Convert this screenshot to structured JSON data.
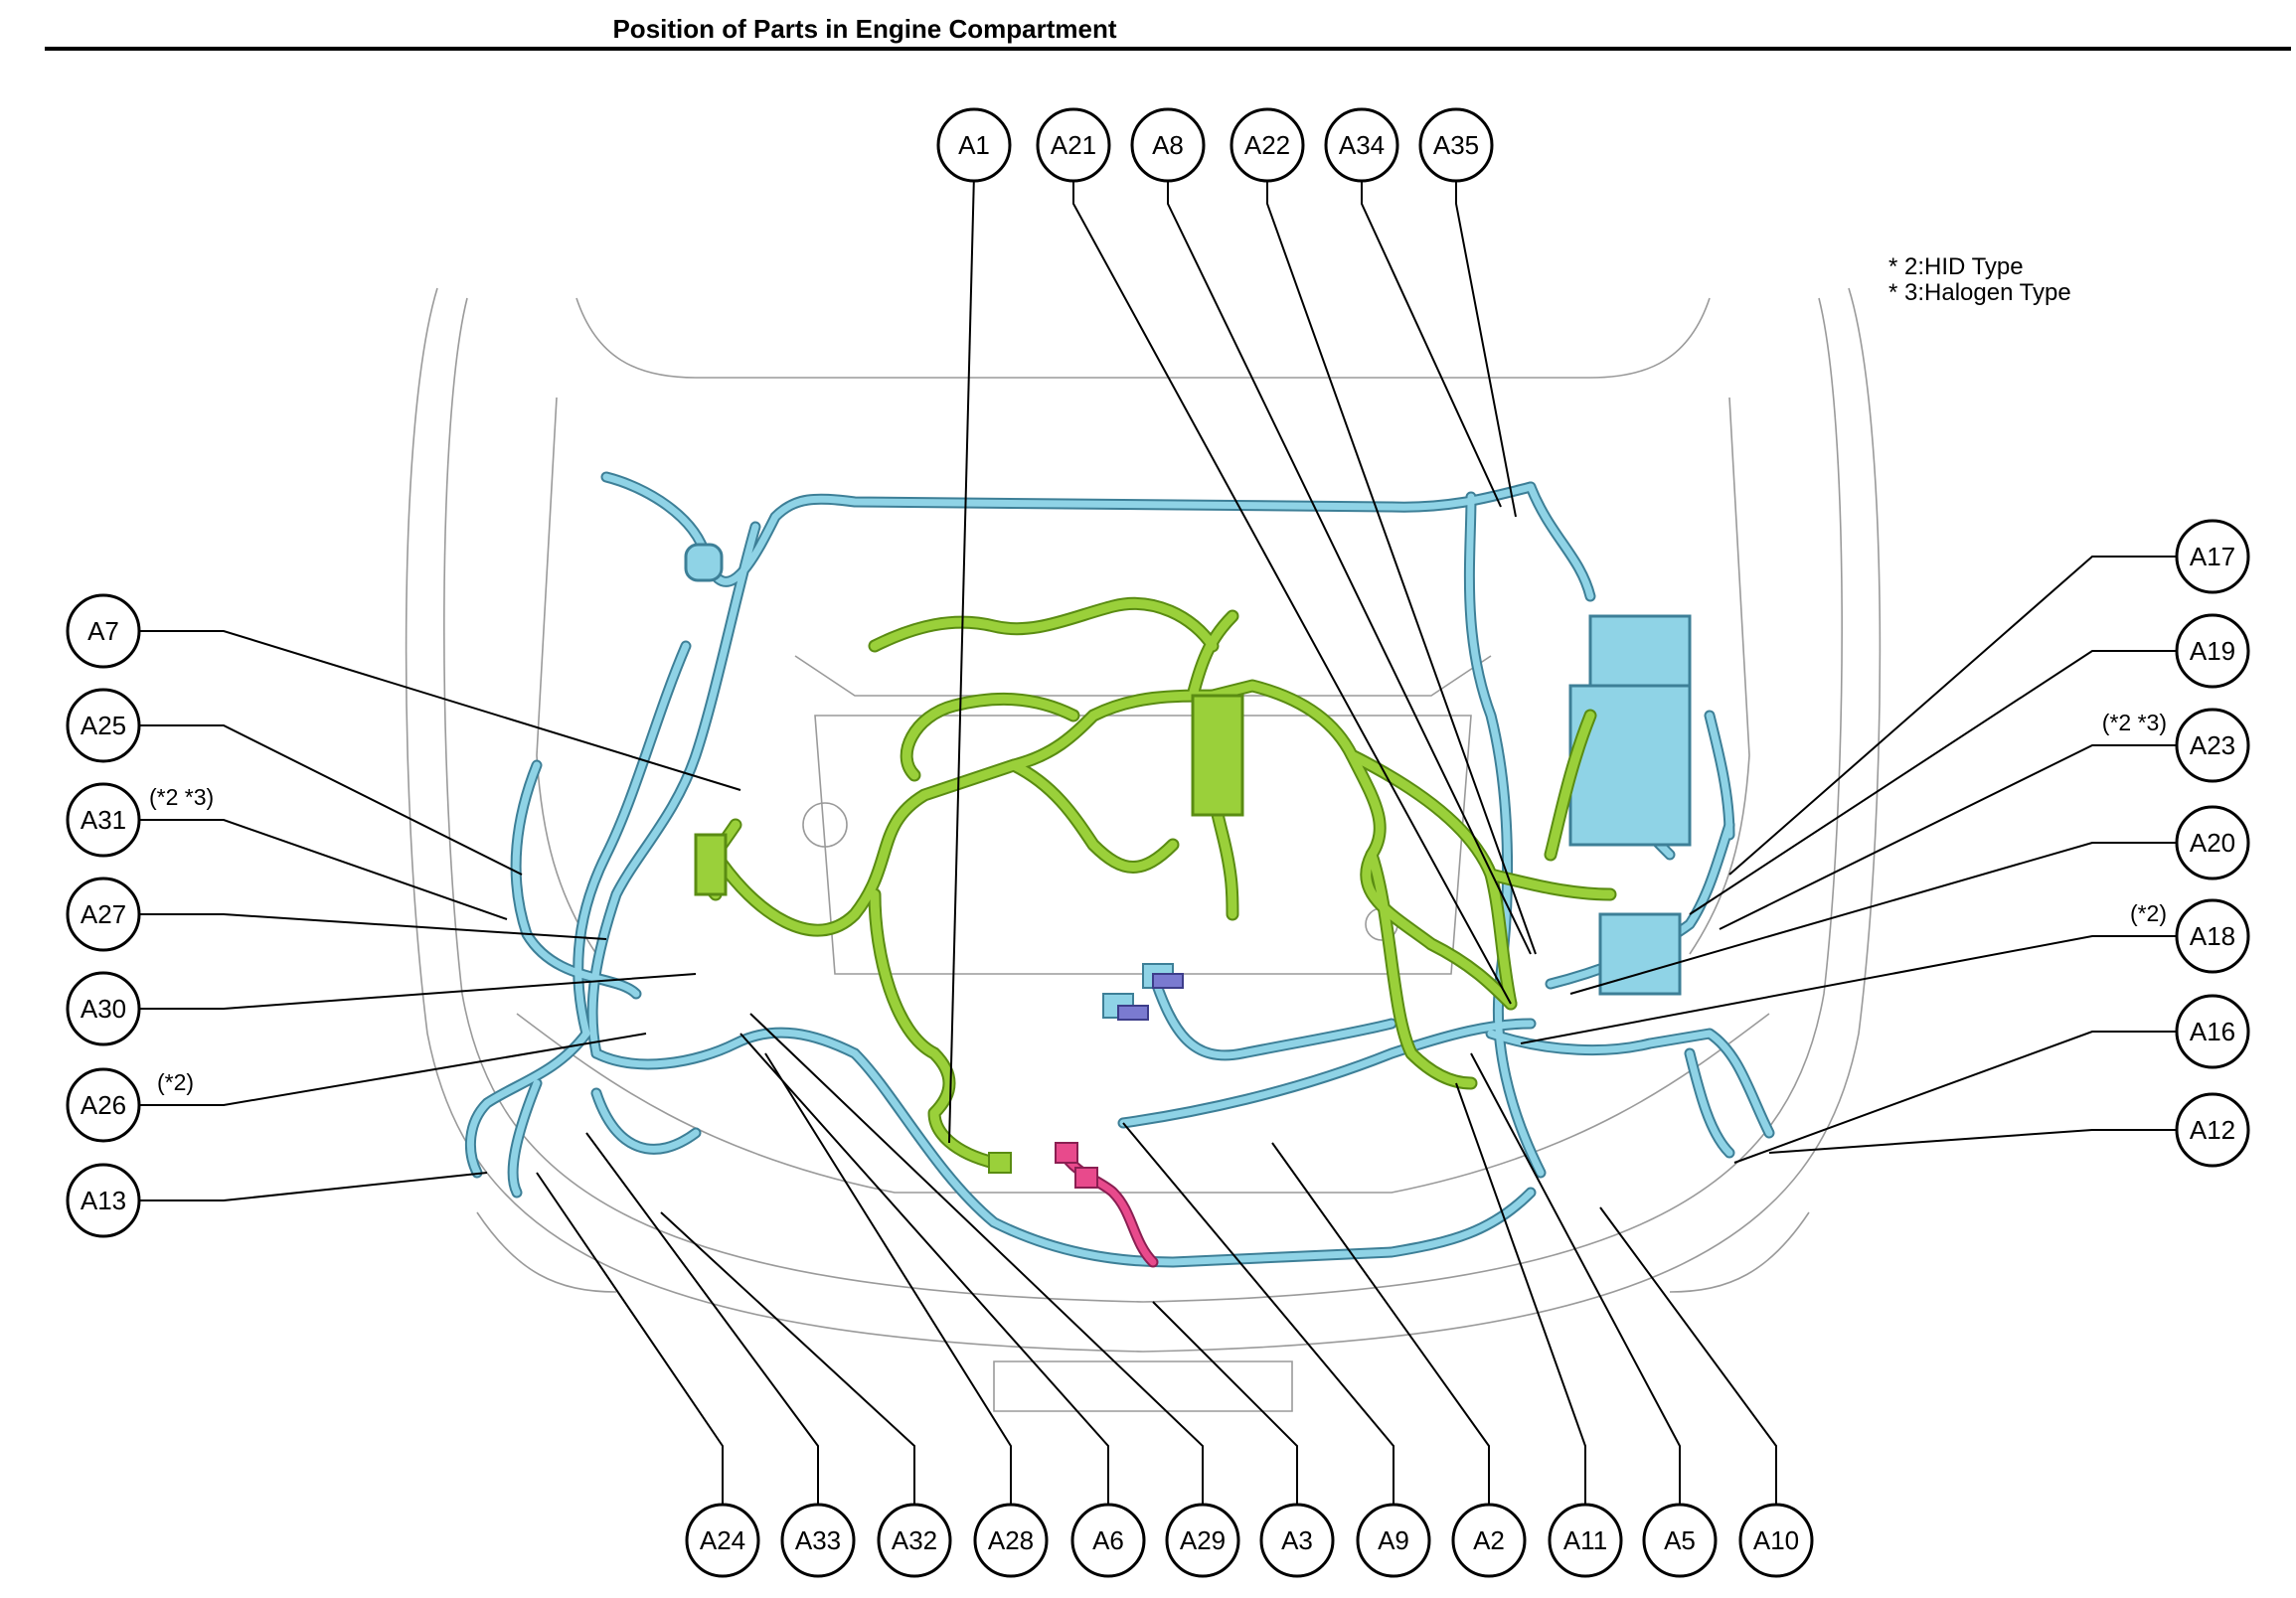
{
  "title": "Position of Parts in Engine Compartment",
  "notes": [
    "* 2:HID Type",
    "* 3:Halogen Type"
  ],
  "colors": {
    "harness_blue": "#8fd3e6",
    "harness_blue_outline": "#3d7f97",
    "harness_green": "#9ad03a",
    "harness_green_outline": "#5a8c12",
    "harness_pink": "#e84a8c",
    "body_outline": "#9a9a9a"
  },
  "callouts": [
    {
      "id": "A1",
      "qualifier": ""
    },
    {
      "id": "A21",
      "qualifier": ""
    },
    {
      "id": "A8",
      "qualifier": ""
    },
    {
      "id": "A22",
      "qualifier": ""
    },
    {
      "id": "A34",
      "qualifier": ""
    },
    {
      "id": "A35",
      "qualifier": ""
    },
    {
      "id": "A7",
      "qualifier": ""
    },
    {
      "id": "A25",
      "qualifier": ""
    },
    {
      "id": "A31",
      "qualifier": "(*2 *3)"
    },
    {
      "id": "A27",
      "qualifier": ""
    },
    {
      "id": "A30",
      "qualifier": ""
    },
    {
      "id": "A26",
      "qualifier": "(*2)"
    },
    {
      "id": "A13",
      "qualifier": ""
    },
    {
      "id": "A17",
      "qualifier": ""
    },
    {
      "id": "A19",
      "qualifier": ""
    },
    {
      "id": "A23",
      "qualifier": "(*2 *3)"
    },
    {
      "id": "A20",
      "qualifier": ""
    },
    {
      "id": "A18",
      "qualifier": "(*2)"
    },
    {
      "id": "A16",
      "qualifier": ""
    },
    {
      "id": "A12",
      "qualifier": ""
    },
    {
      "id": "A24",
      "qualifier": ""
    },
    {
      "id": "A33",
      "qualifier": ""
    },
    {
      "id": "A32",
      "qualifier": ""
    },
    {
      "id": "A28",
      "qualifier": ""
    },
    {
      "id": "A6",
      "qualifier": ""
    },
    {
      "id": "A29",
      "qualifier": ""
    },
    {
      "id": "A3",
      "qualifier": ""
    },
    {
      "id": "A9",
      "qualifier": ""
    },
    {
      "id": "A2",
      "qualifier": ""
    },
    {
      "id": "A11",
      "qualifier": ""
    },
    {
      "id": "A5",
      "qualifier": ""
    },
    {
      "id": "A10",
      "qualifier": ""
    }
  ]
}
